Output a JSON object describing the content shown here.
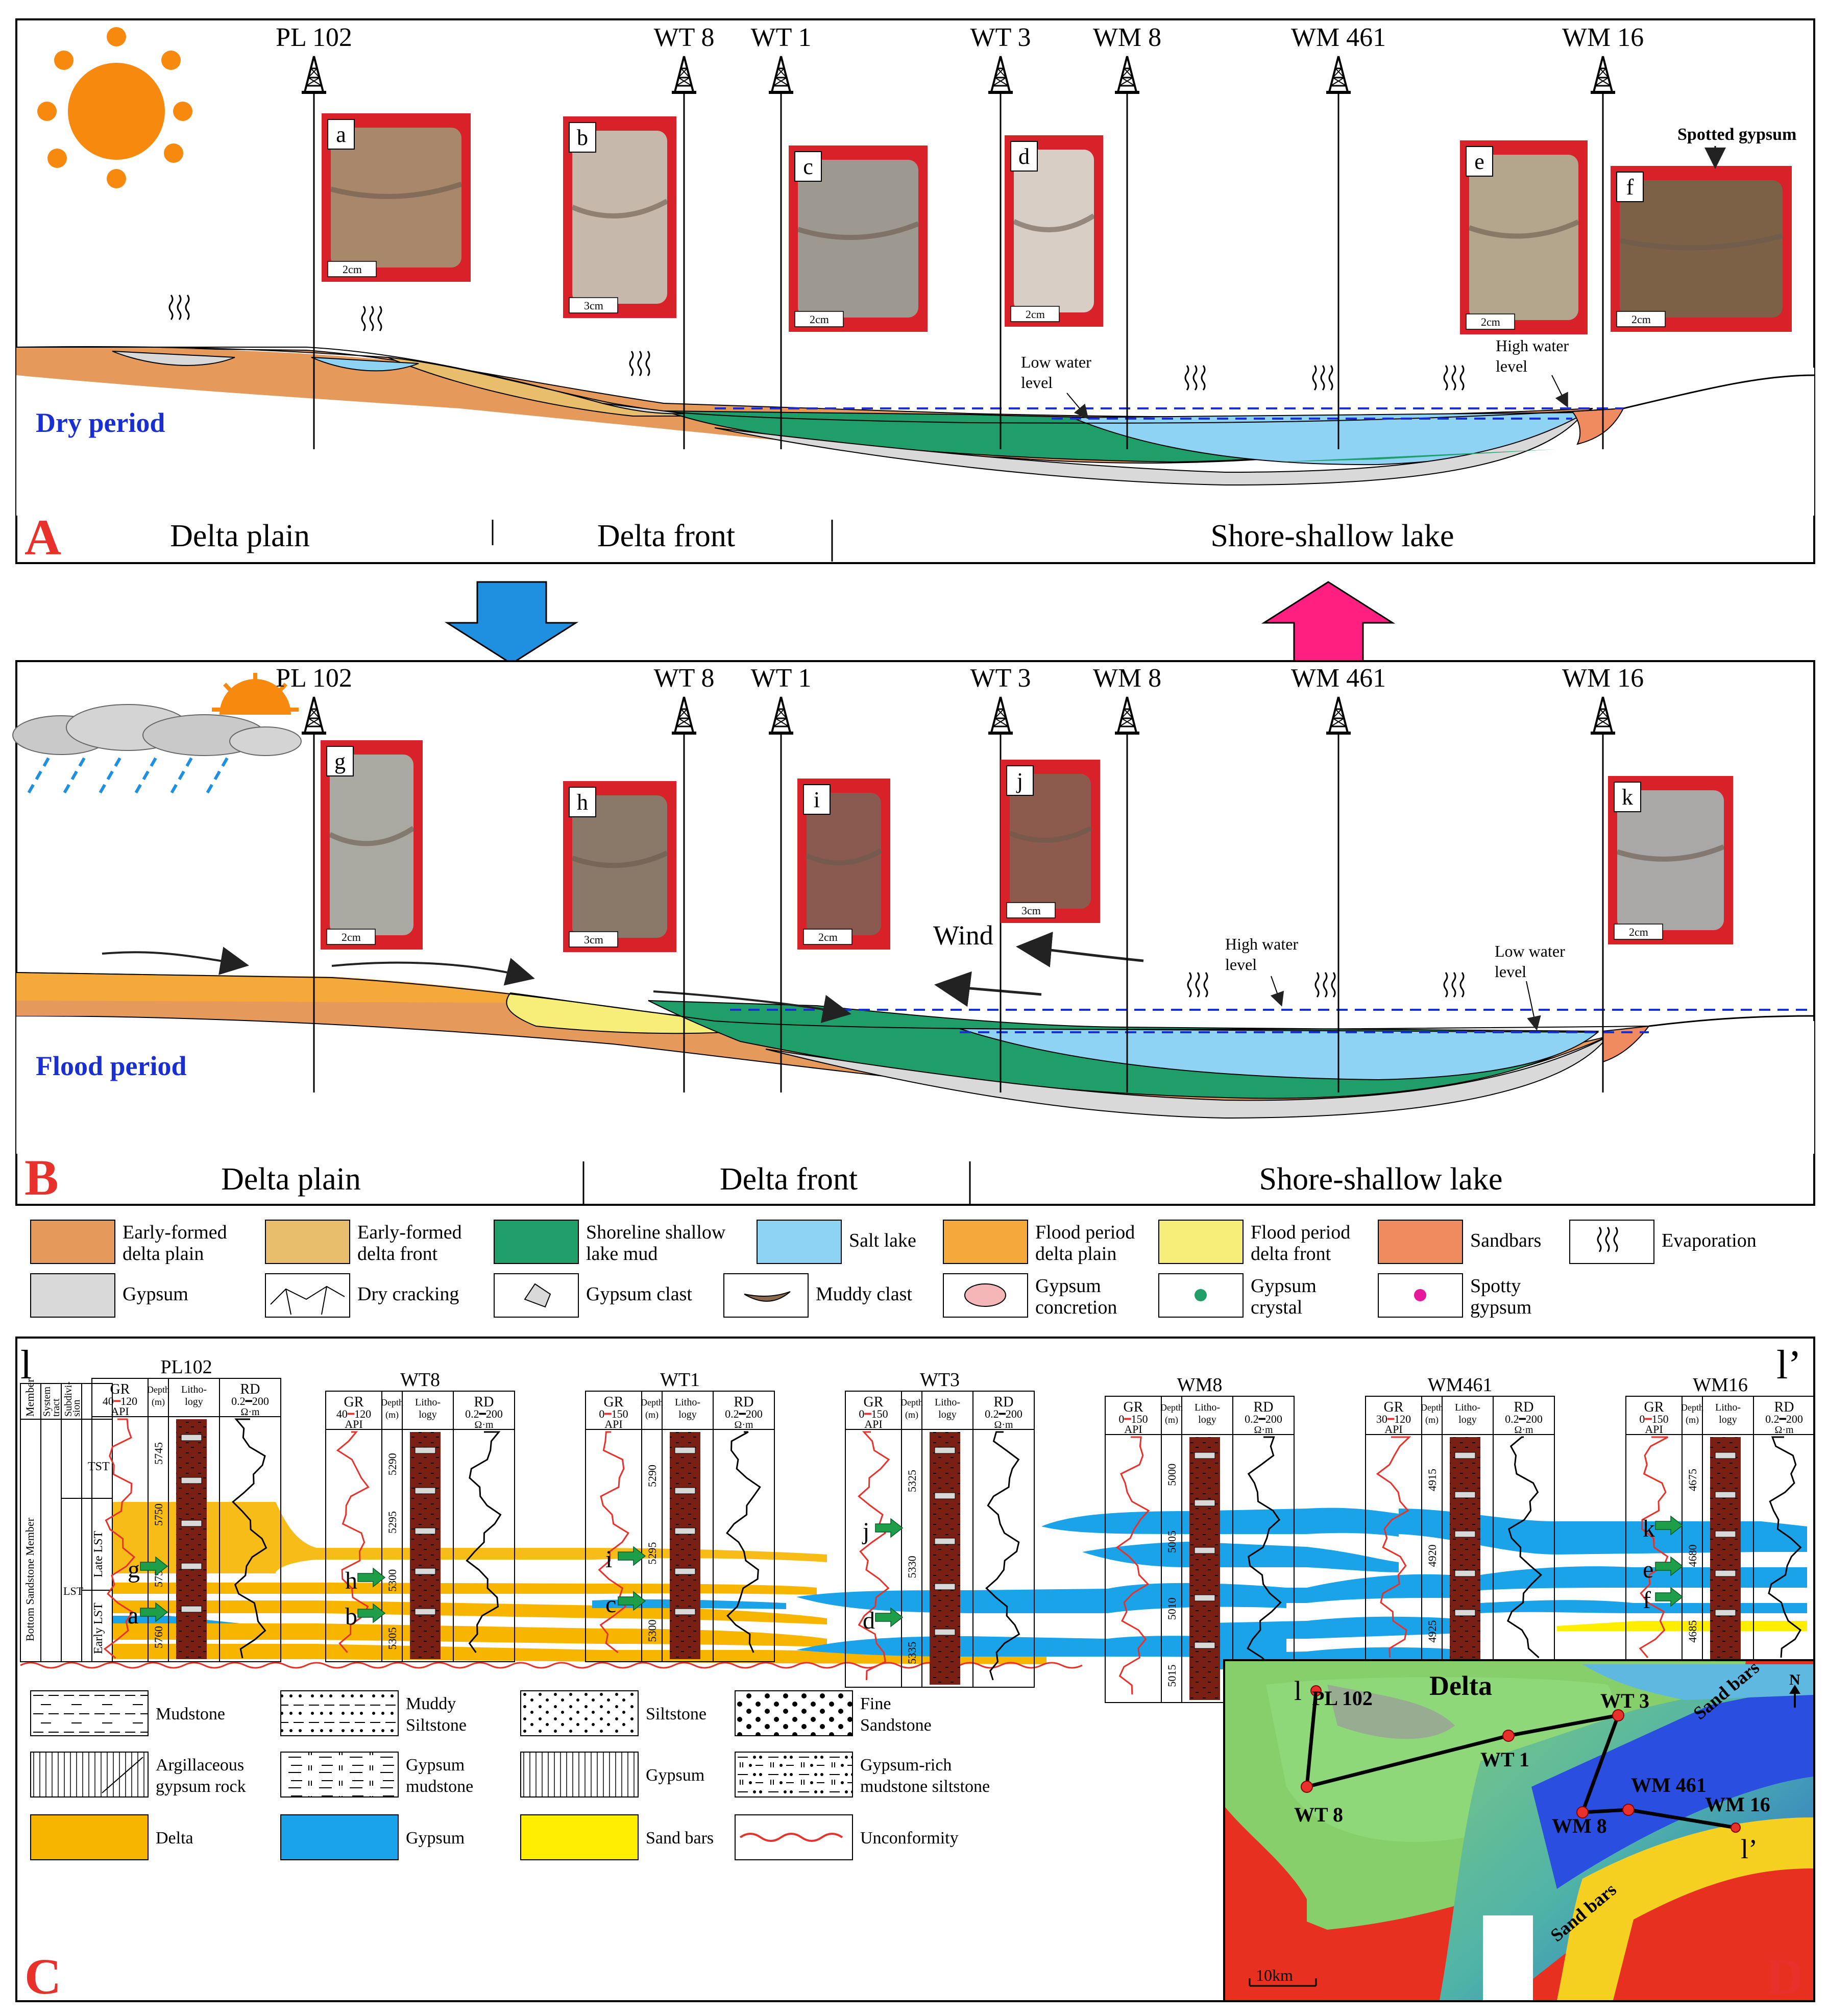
{
  "panelA": {
    "letter": "A",
    "period": "Dry period",
    "wells": [
      "PL 102",
      "WT 8",
      "WT 1",
      "WT 3",
      "WM 8",
      "WM 461",
      "WM 16"
    ],
    "photos": [
      "a",
      "b",
      "c",
      "d",
      "e",
      "f"
    ],
    "scales": [
      "2cm",
      "3cm",
      "2cm",
      "2cm",
      "2cm",
      "2cm"
    ],
    "spotted_gypsum": "Spotted gypsum",
    "low_water_1": "Low water",
    "low_water_2": "level",
    "high_water_1": "High water",
    "high_water_2": "level",
    "facies": [
      "Delta plain",
      "Delta front",
      "Shore-shallow lake"
    ]
  },
  "panelB": {
    "letter": "B",
    "period": "Flood period",
    "wells": [
      "PL 102",
      "WT 8",
      "WT 1",
      "WT 3",
      "WM 8",
      "WM 461",
      "WM 16"
    ],
    "photos": [
      "g",
      "h",
      "i",
      "j",
      "k"
    ],
    "scales": [
      "2cm",
      "3cm",
      "2cm",
      "3cm",
      "2cm"
    ],
    "wind": "Wind",
    "high_water_1": "High water",
    "high_water_2": "level",
    "low_water_1": "Low water",
    "low_water_2": "level",
    "facies": [
      "Delta plain",
      "Delta front",
      "Shore-shallow lake"
    ]
  },
  "legend_top": [
    [
      "Early-formed",
      "delta plain"
    ],
    [
      "Early-formed",
      "delta front"
    ],
    [
      "Shoreline shallow",
      "lake mud"
    ],
    [
      "Salt lake"
    ],
    [
      "Flood period",
      "delta plain"
    ],
    [
      "Flood period",
      "delta front"
    ],
    [
      "Sandbars"
    ],
    [
      "Evaporation"
    ],
    [
      "Gypsum"
    ],
    [
      "Dry cracking"
    ],
    [
      "Gypsum clast"
    ],
    [
      "Muddy clast"
    ],
    [
      "Gypsum",
      "concretion"
    ],
    [
      "Gypsum",
      "crystal"
    ],
    [
      "Spotty",
      "gypsum"
    ]
  ],
  "colors": {
    "early_delta_plain": "#e59a5c",
    "early_delta_front": "#e8bd6c",
    "shoreline_mud": "#1f9e6a",
    "salt_lake": "#8fd3f4",
    "flood_delta_plain": "#f5a93a",
    "flood_delta_front": "#f7ee7a",
    "sandbars": "#f08a5f",
    "gypsum": "#d9d9d9",
    "corr_delta": "#f7b500",
    "corr_gypsum": "#1aa3e8",
    "corr_sandbars": "#ffee00",
    "litho": "#7a1f14",
    "label_red": "#e8312a",
    "period_blue": "#1a2fd1"
  },
  "panelC": {
    "letter": "C",
    "section_start": "l",
    "section_end": "l’",
    "wells": [
      {
        "name": "PL102",
        "gr": "40",
        "gr2": "120",
        "depths": [
          "5745",
          "5750",
          "5755",
          "5760"
        ]
      },
      {
        "name": "WT8",
        "gr": "40",
        "gr2": "120",
        "depths": [
          "5290",
          "5295",
          "5300",
          "5305"
        ]
      },
      {
        "name": "WT1",
        "gr": "0",
        "gr2": "150",
        "depths": [
          "5290",
          "5295",
          "5300"
        ]
      },
      {
        "name": "WT3",
        "gr": "0",
        "gr2": "150",
        "depths": [
          "5325",
          "5330",
          "5335"
        ]
      },
      {
        "name": "WM8",
        "gr": "0",
        "gr2": "150",
        "depths": [
          "5000",
          "5005",
          "5010",
          "5015"
        ]
      },
      {
        "name": "WM461",
        "gr": "30",
        "gr2": "120",
        "depths": [
          "4915",
          "4920",
          "4925"
        ]
      },
      {
        "name": "WM16",
        "gr": "0",
        "gr2": "150",
        "depths": [
          "4675",
          "4680",
          "4685"
        ]
      }
    ],
    "col_gr": "GR",
    "col_api": "API",
    "col_depth": "Depth",
    "col_m": "(m)",
    "col_litho1": "Litho-",
    "col_litho2": "logy",
    "col_rd": "RD",
    "col_rd_range": "0.2━200",
    "col_ohm": "Ω·m",
    "strat": {
      "member": "Member",
      "system": "System",
      "tract": "tract",
      "subdiv": "Subdivi-",
      "subdiv2": "sion",
      "bottom": "Bottom Sandstone Member",
      "tst": "TST",
      "late": "Late LST",
      "lst": "LST",
      "early": "Early LST"
    },
    "photo_marks": [
      "g",
      "a",
      "h",
      "b",
      "i",
      "c",
      "j",
      "d",
      "k",
      "e",
      "f"
    ],
    "legend": [
      [
        "Mudstone"
      ],
      [
        "Muddy",
        "Siltstone"
      ],
      [
        "Siltstone"
      ],
      [
        "Fine",
        "Sandstone"
      ],
      [
        "Argillaceous",
        "gypsum rock"
      ],
      [
        "Gypsum",
        "mudstone"
      ],
      [
        "Gypsum"
      ],
      [
        "Gypsum-rich",
        "mudstone siltstone"
      ],
      [
        "Delta"
      ],
      [
        "Gypsum"
      ],
      [
        "Sand bars"
      ],
      [
        "Unconformity"
      ]
    ]
  },
  "panelD": {
    "letter": "D",
    "delta": "Delta",
    "sandbars": "Sand bars",
    "north": "N",
    "scale": "10km",
    "l_start": "l",
    "l_end": "l’",
    "wells": [
      "PL 102",
      "WT 8",
      "WT 1",
      "WT 3",
      "WM 461",
      "WM 8",
      "WM 16"
    ]
  }
}
